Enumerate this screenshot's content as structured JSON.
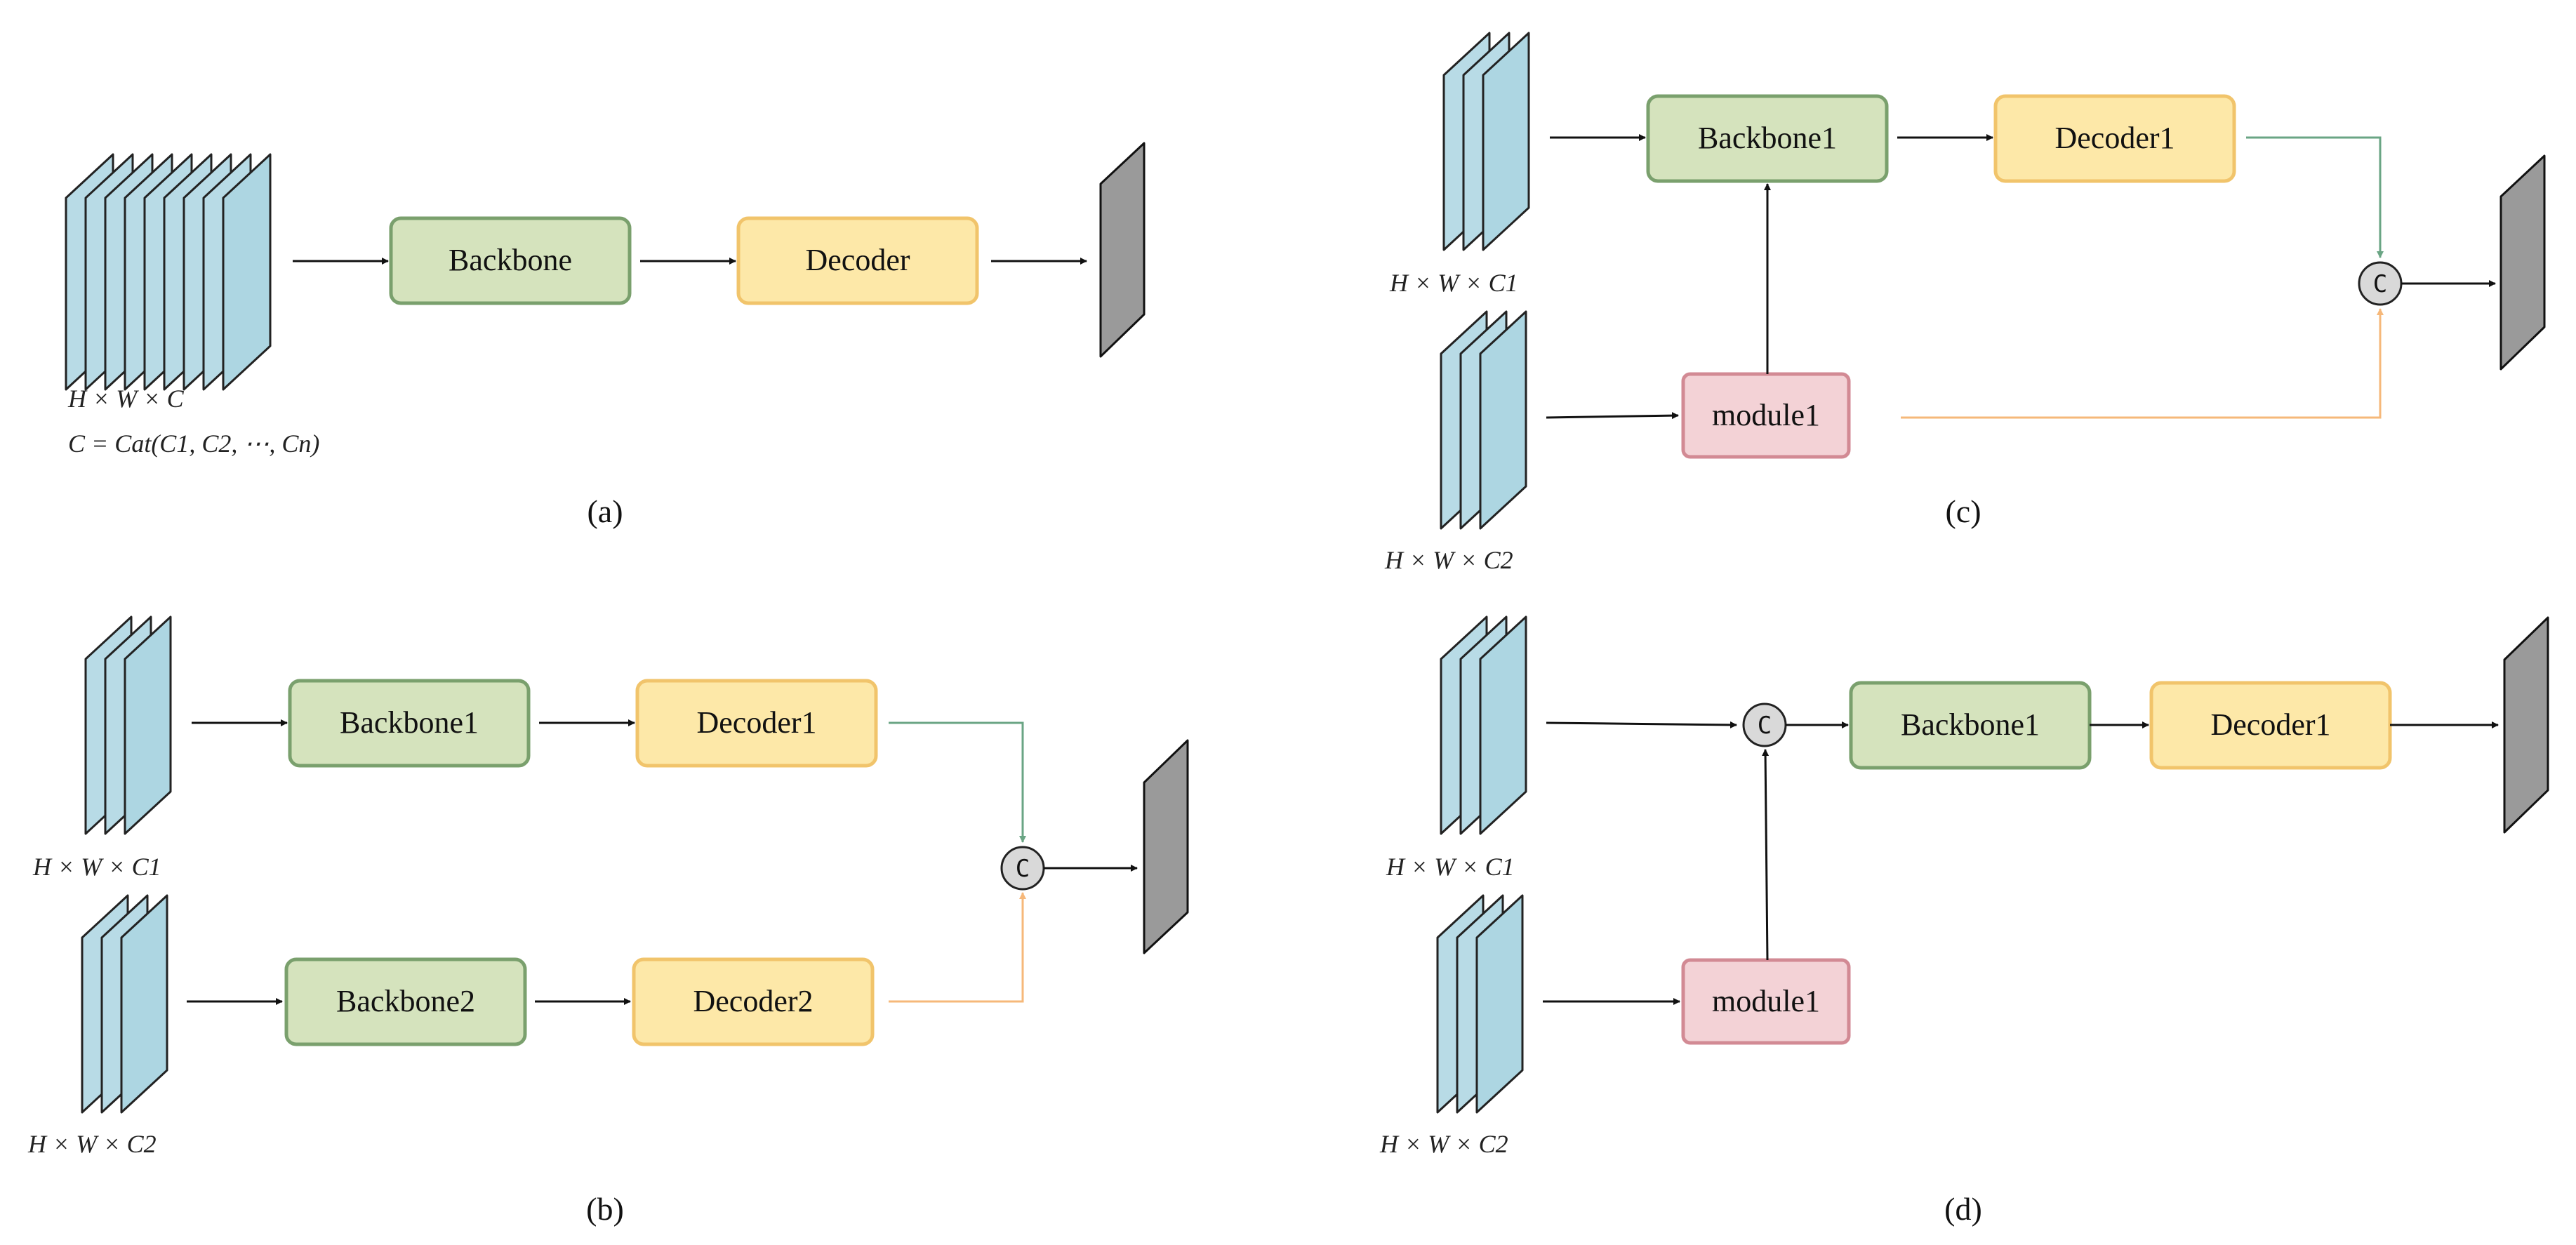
{
  "colors": {
    "backbone_fill": "#d5e3bd",
    "backbone_stroke": "#7aa06d",
    "decoder_fill": "#fde8a8",
    "decoder_stroke": "#f1c46b",
    "module_fill": "#f3d2d6",
    "module_stroke": "#d28a94",
    "layer_fill": "#b8dbe6",
    "output_fill": "#9a9a9a",
    "concat_fill": "#d9d9d9",
    "green_arrow": "#6aa584",
    "orange_arrow": "#f6b87a",
    "arrow": "#111111"
  },
  "panel_a": {
    "caption": "(a)",
    "backbone": "Backbone",
    "decoder": "Decoder",
    "input_dims": "H × W × C",
    "concat_formula": "C = Cat(C1, C2, ⋯, Cn)"
  },
  "panel_b": {
    "caption": "(b)",
    "backbone1": "Backbone1",
    "decoder1": "Decoder1",
    "backbone2": "Backbone2",
    "decoder2": "Decoder2",
    "input1_dims": "H × W × C1",
    "input2_dims": "H × W × C2",
    "concat": "C"
  },
  "panel_c": {
    "caption": "(c)",
    "backbone1": "Backbone1",
    "decoder1": "Decoder1",
    "module1": "module1",
    "input1_dims": "H × W × C1",
    "input2_dims": "H × W × C2",
    "concat": "C"
  },
  "panel_d": {
    "caption": "(d)",
    "backbone1": "Backbone1",
    "decoder1": "Decoder1",
    "module1": "module1",
    "input1_dims": "H × W × C1",
    "input2_dims": "H × W × C2",
    "concat": "C"
  }
}
